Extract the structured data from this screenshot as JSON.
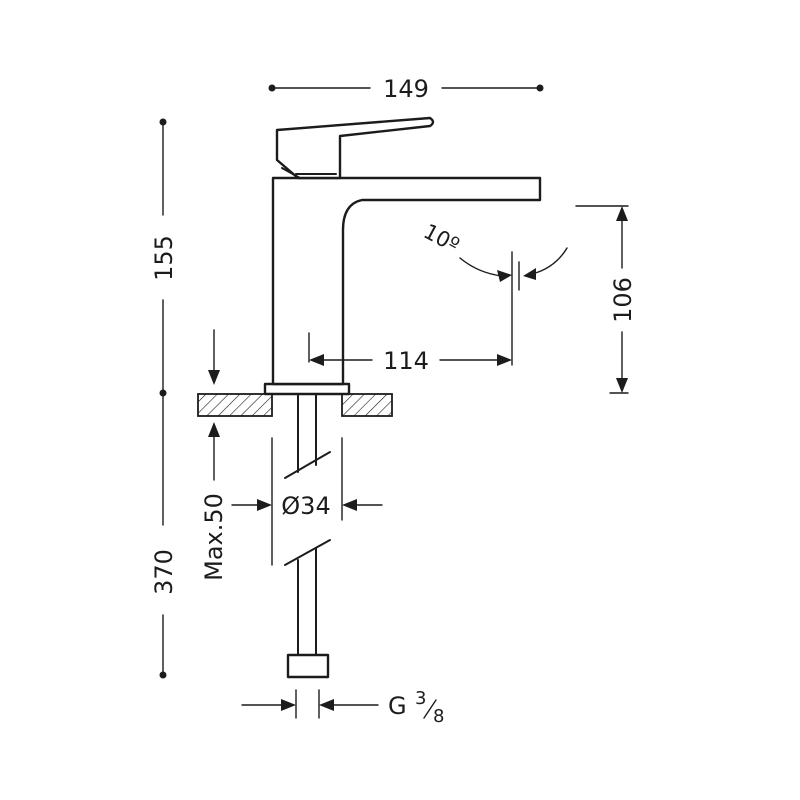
{
  "dimensions": {
    "width_top": "149",
    "height_faucet": "155",
    "height_spout": "106",
    "reach": "114",
    "angle": "10º",
    "hole_diameter": "Ø34",
    "deck_thickness": "Max.50",
    "hose_length": "370",
    "connection_prefix": "G",
    "connection_num": "3",
    "connection_den": "8"
  }
}
